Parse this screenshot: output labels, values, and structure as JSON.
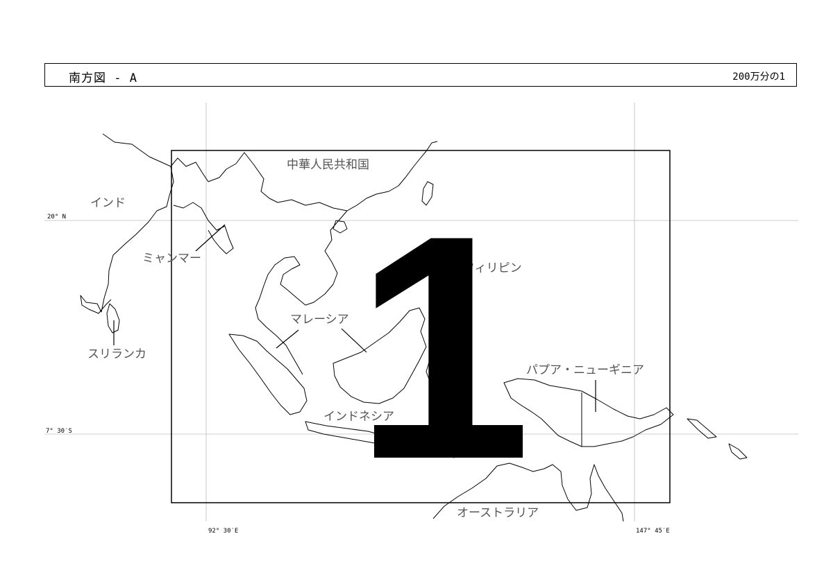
{
  "header": {
    "title": "南方図 - A",
    "scale": "200万分の1"
  },
  "coordinates": {
    "lat_north": "20° N",
    "lat_south": "7° 30′S",
    "lon_west": "92° 30′E",
    "lon_east": "147° 45′E"
  },
  "countries": {
    "india": "インド",
    "myanmar": "ミャンマー",
    "sri_lanka": "スリランカ",
    "china": "中華人民共和国",
    "philippines": "フィリピン",
    "malaysia": "マレーシア",
    "indonesia": "インドネシア",
    "papua_new_guinea": "パプア・ニューギニア",
    "australia": "オーストラリア"
  },
  "sheet_number": "1",
  "colors": {
    "line": "#000000",
    "grid": "#bbbbbb",
    "label": "#555555"
  }
}
